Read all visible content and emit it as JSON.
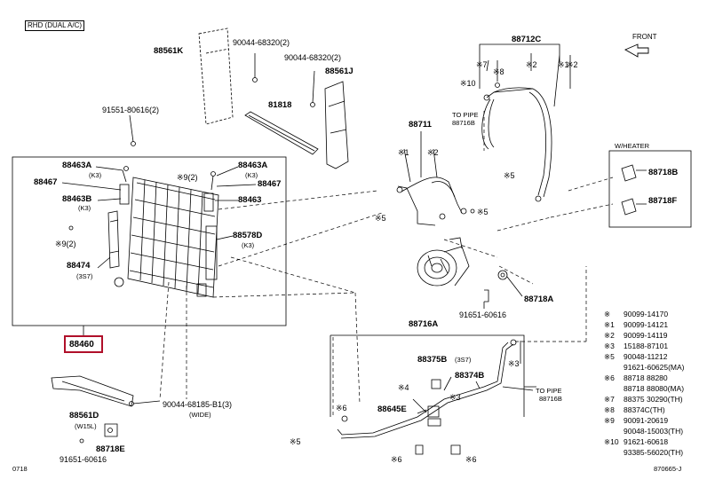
{
  "header_tag": "RHD (DUAL A/C)",
  "front_label": "FRONT",
  "heater_label": "W/HEATER",
  "highlight_part": "88460",
  "footer": {
    "left_code": "0718",
    "right_code": "870665-J"
  },
  "parts": {
    "p88561K": "88561K",
    "p9004468320a": "90044-68320(2)",
    "p9004468320b": "90044-68320(2)",
    "p88561J": "88561J",
    "p81818": "81818",
    "p9155180616": "91551-80616(2)",
    "p88463A_l": "88463A",
    "p88463A_l_sub": "(K3)",
    "p88467_l": "88467",
    "p88463B": "88463B",
    "p88463B_sub": "(K3)",
    "p9_2_l": "※9(2)",
    "p88474": "88474",
    "p88474_sub": "(3S7)",
    "p9_2_r": "※9(2)",
    "p88463A_r": "88463A",
    "p88463A_r_sub": "(K3)",
    "p88467_r": "88467",
    "p88463": "88463",
    "p88578D": "88578D",
    "p88578D_sub": "(K3)",
    "p88561D": "88561D",
    "p88561D_sub": "(W15L)",
    "p9004468185": "90044-68185-B1(3)",
    "p9004468185_sub": "(WIDE)",
    "p88718E": "88718E",
    "p9165160616_l": "91651-60616",
    "p88712C": "88712C",
    "p88711": "88711",
    "p88718B": "88718B",
    "p88718F": "88718F",
    "p88718A": "88718A",
    "p9165160616_r": "91651-60616",
    "p88716A": "88716A",
    "p88375B": "88375B",
    "p88375B_sub": "(3S7)",
    "p88374B": "88374B",
    "p88645E": "88645E",
    "to_pipe_a": "TO PIPE",
    "to_pipe_a2": "88716B",
    "to_pipe_b": "TO PIPE",
    "to_pipe_b2": "88716B",
    "star7": "※7",
    "star8": "※8",
    "star2a": "※2",
    "star1a": "※1",
    "star2b": "※2",
    "star10": "※10",
    "star5a": "※5",
    "star1b": "※1",
    "star2c": "※2",
    "star5b": "※5",
    "star5c": "※5",
    "star3a": "※3",
    "star4": "※4",
    "star3b": "※3",
    "star6": "※6",
    "star5d": "※5",
    "star6b": "※6",
    "star6c": "※6"
  },
  "legend": [
    {
      "key": "※",
      "val": "90099-14170"
    },
    {
      "key": "※1",
      "val": "90099-14121"
    },
    {
      "key": "※2",
      "val": "90099-14119"
    },
    {
      "key": "※3",
      "val": "15188-87101"
    },
    {
      "key": "※5",
      "val": "90048-11212"
    },
    {
      "key": "",
      "val": "91621-60625(MA)"
    },
    {
      "key": "※6",
      "val": "88718 88280"
    },
    {
      "key": "",
      "val": "88718 88080(MA)"
    },
    {
      "key": "※7",
      "val": "88375 30290(TH)"
    },
    {
      "key": "※8",
      "val": "88374C(TH)"
    },
    {
      "key": "※9",
      "val": "90091-20619"
    },
    {
      "key": "",
      "val": "90048-15003(TH)"
    },
    {
      "key": "※10",
      "val": "91621-60618"
    },
    {
      "key": "",
      "val": "93385-56020(TH)"
    }
  ]
}
